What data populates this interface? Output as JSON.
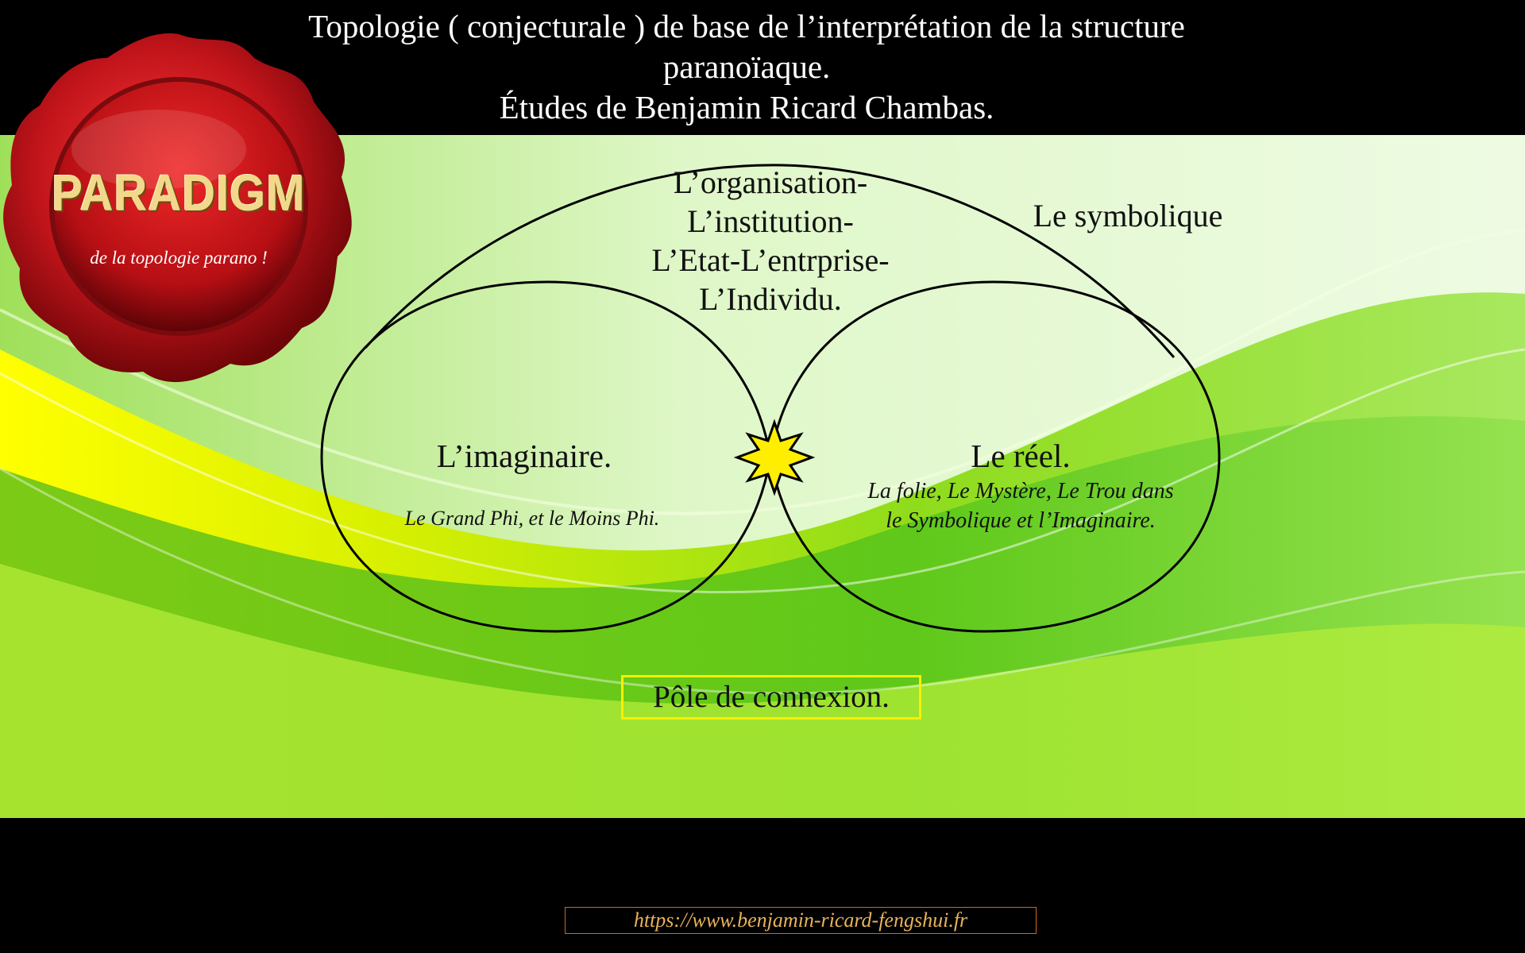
{
  "header": {
    "title_lines": [
      "Topologie ( conjecturale ) de base de l’interprétation de la structure",
      "paranoïaque.",
      "Études de Benjamin Ricard Chambas."
    ]
  },
  "seal": {
    "title": "PARADIGM",
    "subtitle": "de la topologie parano !",
    "color": "#c0141a"
  },
  "diagram": {
    "organisation_lines": [
      "L’organisation-",
      "L’institution-",
      "L’Etat-L’entrprise-",
      "L’Individu."
    ],
    "symbolique": "Le symbolique",
    "imaginaire": {
      "title": "L’imaginaire.",
      "subtitle": "Le Grand Phi, et le Moins Phi."
    },
    "reel": {
      "title": "Le réel.",
      "subtitle": "La folie, Le Mystère, Le Trou dans le Symbolique et l’Imaginaire."
    },
    "pole": "Pôle de connexion.",
    "star_color": "#ffee00"
  },
  "footer": {
    "url": "https://www.benjamin-ricard-fengshui.fr"
  }
}
